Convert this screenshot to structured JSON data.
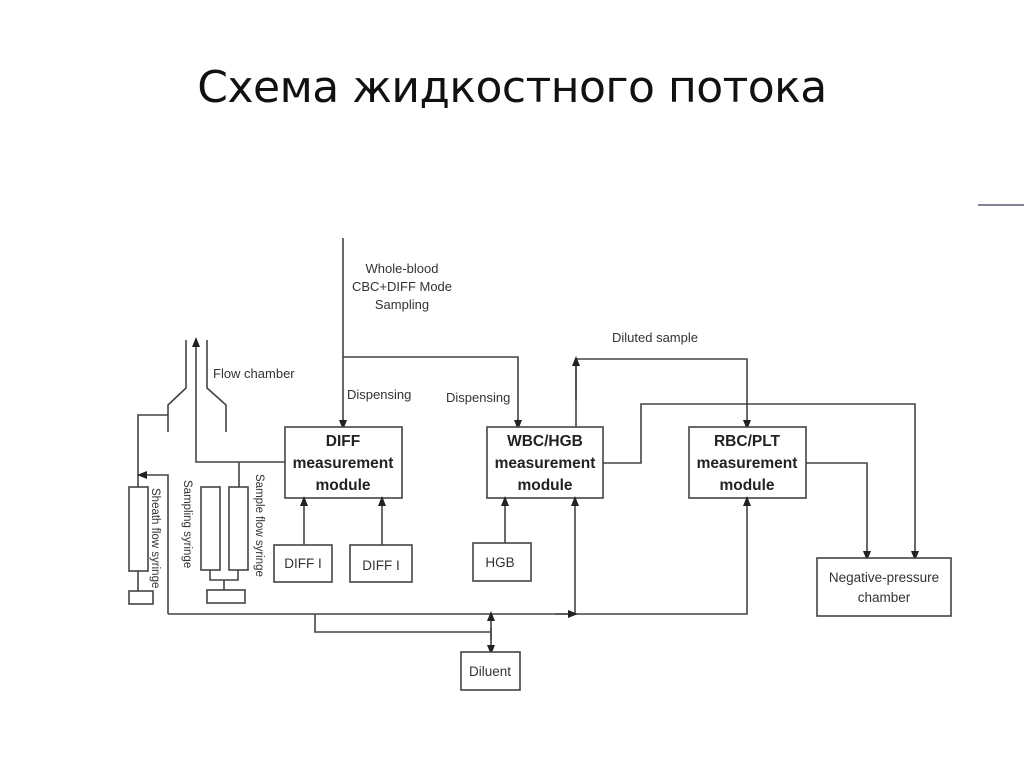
{
  "slide": {
    "title": "Схема жидкостного потока"
  },
  "diagram": {
    "labels": {
      "sampling_line1": "Whole-blood",
      "sampling_line2": "CBC+DIFF Mode",
      "sampling_line3": "Sampling",
      "flow_chamber": "Flow chamber",
      "dispensing_1": "Dispensing",
      "dispensing_2": "Dispensing",
      "diluted_sample": "Diluted sample",
      "sheath_flow_syringe": "Sheath flow syringe",
      "sampling_syringe": "Sampling syringe",
      "sample_flow_syringe": "Sample flow syringe"
    },
    "modules": {
      "diff": {
        "line1": "DIFF",
        "line2": "measurement",
        "line3": "module"
      },
      "wbc_hgb": {
        "line1": "WBC/HGB",
        "line2": "measurement",
        "line3": "module"
      },
      "rbc_plt": {
        "line1": "RBC/PLT",
        "line2": "measurement",
        "line3": "module"
      }
    },
    "boxes": {
      "diff_1": "DIFF I",
      "diff_2": "DIFF I",
      "hgb": "HGB",
      "diluent": "Diluent",
      "neg_pressure_line1": "Negative-pressure",
      "neg_pressure_line2": "chamber"
    }
  }
}
